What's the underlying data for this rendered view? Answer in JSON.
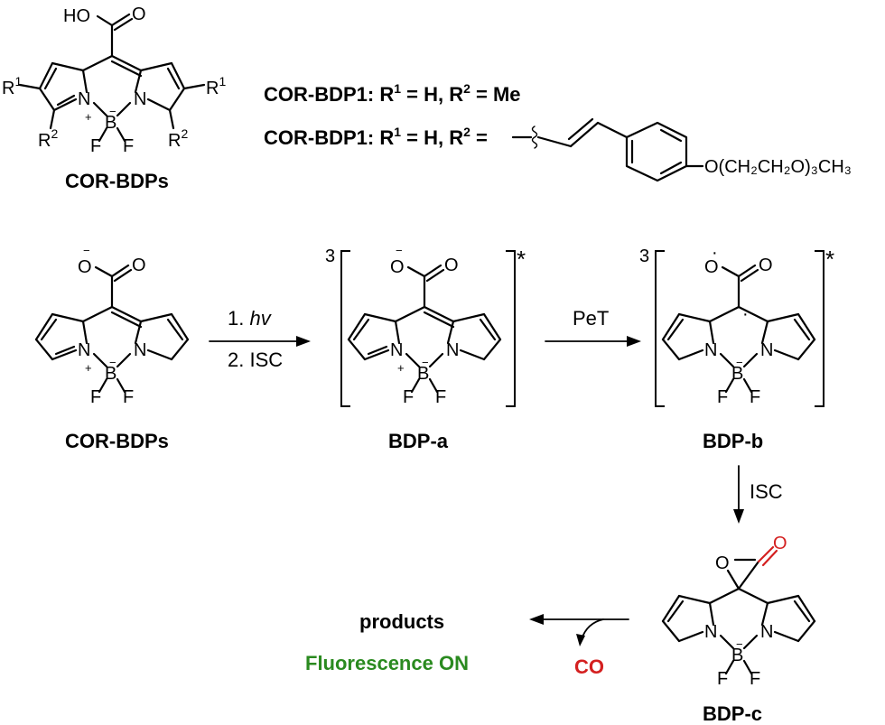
{
  "atoms": {
    "ho": "HO",
    "o": "O",
    "n": "N",
    "b": "B",
    "f": "F",
    "r1": "R",
    "r1_sup": "1",
    "r2": "R",
    "r2_sup": "2",
    "plus": "+",
    "minus": "−",
    "radical": "·",
    "anion": "−"
  },
  "substituents": {
    "line1_prefix": "COR-BDP1: R",
    "line1_mid": " = H, R",
    "line1_end": " = Me",
    "line2_prefix": "COR-BDP1: R",
    "line2_mid": " = H, R",
    "line2_end": " =",
    "sup1": "1",
    "sup2": "2",
    "peg": "O(CH₂CH₂O)₃CH₃"
  },
  "compounds": {
    "general": "COR-BDPs",
    "start": "COR-BDPs",
    "a": "BDP-a",
    "b": "BDP-b",
    "c": "BDP-c"
  },
  "reactions": {
    "step1_line1_num": "1. ",
    "step1_line1_italic": "hv",
    "step1_line2": "2. ISC",
    "step2": "PeT",
    "step3": "ISC",
    "triplet": "3",
    "excited": "*"
  },
  "products": {
    "label": "products",
    "fluorescence": "Fluorescence ON",
    "co": "CO"
  },
  "colors": {
    "fluorescence": "#2a8a1f",
    "co": "#d42020",
    "carbonyl": "#d42020"
  }
}
